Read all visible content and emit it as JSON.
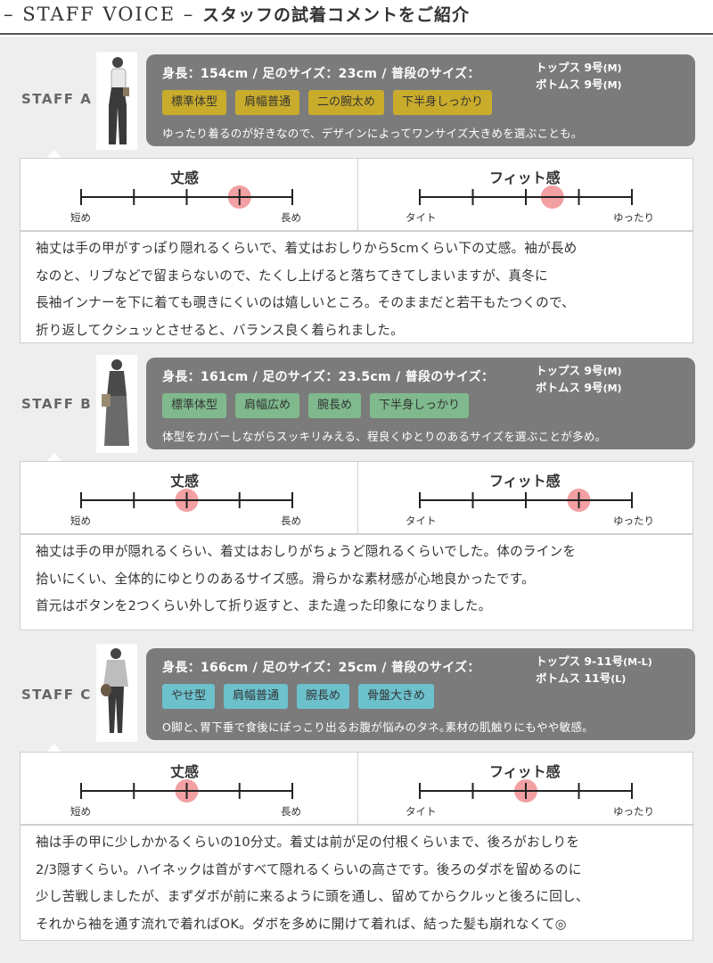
{
  "header": {
    "title_en": "STAFF VOICE",
    "title_jp": "スタッフの試着コメントをご紹介"
  },
  "colors": {
    "staff_a_tag": "#c9ac2c",
    "staff_b_tag": "#7fb98d",
    "staff_c_tag": "#6cc1cc",
    "marker": "#f2a0a3",
    "info_bg": "#7b7b7b"
  },
  "staff": [
    {
      "label": "STAFF A",
      "stats": "身長：154cm / 足のサイズ：23cm / 普段のサイズ：",
      "tops": "トップス 9号",
      "tops_size": "(M)",
      "bottoms": "ボトムス 9号",
      "bottoms_size": "(M)",
      "tags": [
        "標準体型",
        "肩幅普通",
        "二の腕太め",
        "下半身しっかり"
      ],
      "note": "ゆったり着るのが好きなので、デザインによってワンサイズ大きめを選ぶことも。",
      "scale_length": {
        "title": "丈感",
        "left_label": "短め",
        "right_label": "長め",
        "value": 3,
        "max": 4
      },
      "scale_fit": {
        "title": "フィット感",
        "left_label": "タイト",
        "right_label": "ゆったり",
        "value": 2.5,
        "max": 4
      },
      "comment": [
        "袖丈は手の甲がすっぽり隠れるくらいで、着丈はおしりから5cmくらい下の丈感。袖が長め",
        "なのと、リブなどで留まらないので、たくし上げると落ちてきてしまいますが、真冬に",
        "長袖インナーを下に着ても覗きにくいのは嬉しいところ。そのままだと若干もたつくので、",
        "折り返してクシュッとさせると、バランス良く着られました。"
      ]
    },
    {
      "label": "STAFF B",
      "stats": "身長：161cm / 足のサイズ：23.5cm / 普段のサイズ：",
      "tops": "トップス 9号",
      "tops_size": "(M)",
      "bottoms": "ボトムス 9号",
      "bottoms_size": "(M)",
      "tags": [
        "標準体型",
        "肩幅広め",
        "腕長め",
        "下半身しっかり"
      ],
      "note": "体型をカバーしながらスッキリみえる、程良くゆとりのあるサイズを選ぶことが多め。",
      "scale_length": {
        "title": "丈感",
        "left_label": "短め",
        "right_label": "長め",
        "value": 2,
        "max": 4
      },
      "scale_fit": {
        "title": "フィット感",
        "left_label": "タイト",
        "right_label": "ゆったり",
        "value": 3,
        "max": 4
      },
      "comment": [
        "袖丈は手の甲が隠れるくらい、着丈はおしりがちょうど隠れるくらいでした。体のラインを",
        "拾いにくい、全体的にゆとりのあるサイズ感。滑らかな素材感が心地良かったです。",
        "首元はボタンを2つくらい外して折り返すと、また違った印象になりました。"
      ]
    },
    {
      "label": "STAFF C",
      "stats": "身長：166cm / 足のサイズ：25cm / 普段のサイズ：",
      "tops": "トップス 9-11号",
      "tops_size": "(M-L)",
      "bottoms": "ボトムス 11号",
      "bottoms_size": "(L)",
      "tags": [
        "やせ型",
        "肩幅普通",
        "腕長め",
        "骨盤大きめ"
      ],
      "note": "O脚と､胃下垂で食後にぽっこり出るお腹が悩みのタネ｡素材の肌触りにもやや敏感｡",
      "scale_length": {
        "title": "丈感",
        "left_label": "短め",
        "right_label": "長め",
        "value": 2,
        "max": 4
      },
      "scale_fit": {
        "title": "フィット感",
        "left_label": "タイト",
        "right_label": "ゆったり",
        "value": 2,
        "max": 4
      },
      "comment": [
        "袖は手の甲に少しかかるくらいの10分丈。着丈は前が足の付根くらいまで、後ろがおしりを",
        "2/3隠すくらい。ハイネックは首がすべて隠れるくらいの高さです。後ろのダボを留めるのに",
        "少し苦戦しましたが、まずダボが前に来るように頭を通し、留めてからクルッと後ろに回し、",
        "それから袖を通す流れで着ればOK。ダボを多めに開けて着れば、結った髪も崩れなくて◎"
      ]
    }
  ]
}
